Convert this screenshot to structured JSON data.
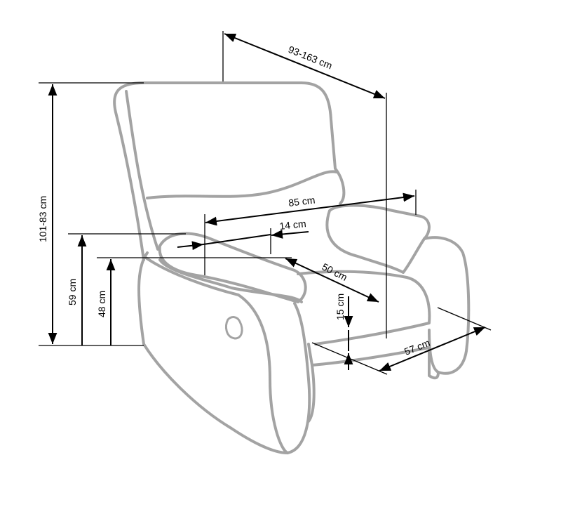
{
  "title": "Recliner armchair dimensions",
  "dimensions": {
    "depth": "93-163 cm",
    "height": "101-83 cm",
    "armrest_height": "59 cm",
    "seat_height": "48 cm",
    "width": "85 cm",
    "armrest_width": "14 cm",
    "seat_depth": "50 cm",
    "footrest_clearance": "15 cm",
    "seat_width": "57 cm"
  }
}
